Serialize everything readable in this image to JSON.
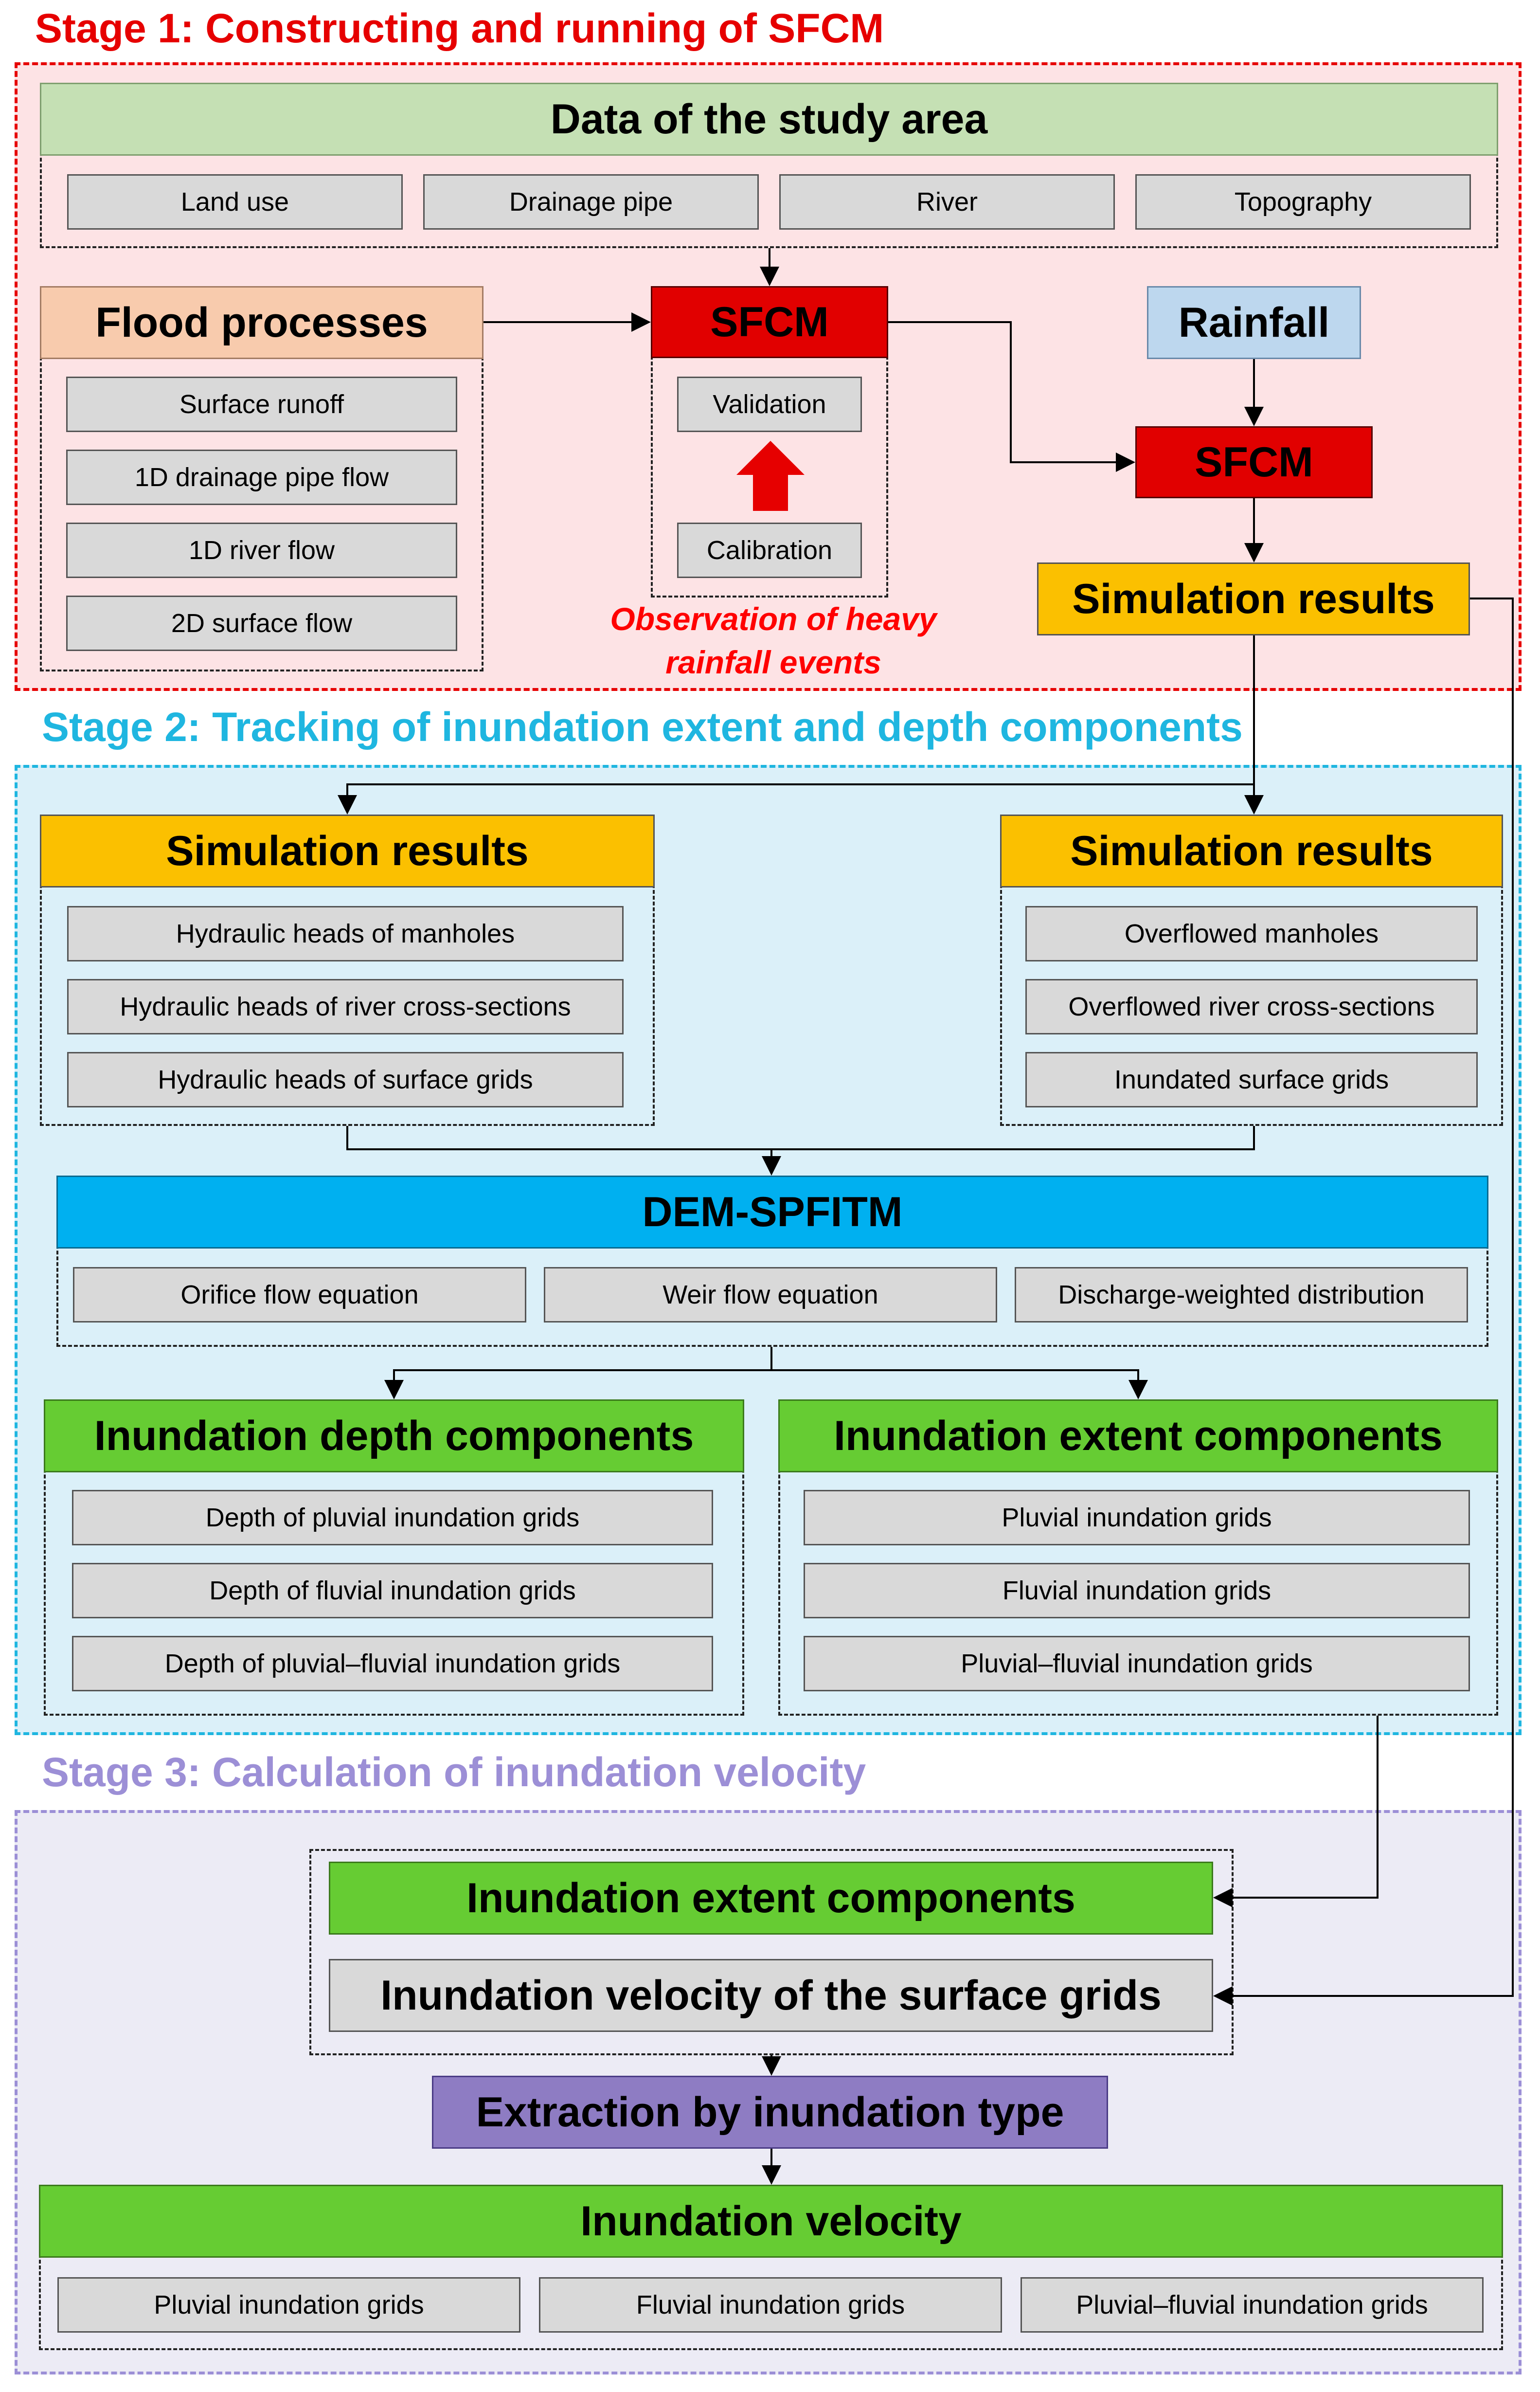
{
  "stage1": {
    "title": "Stage 1: Constructing and running of SFCM",
    "title_color": "#e60000",
    "data_header": "Data of the study area",
    "data_items": [
      "Land use",
      "Drainage pipe",
      "River",
      "Topography"
    ],
    "flood_header": "Flood processes",
    "flood_items": [
      "Surface runoff",
      "1D drainage pipe flow",
      "1D river flow",
      "2D surface flow"
    ],
    "sfcm_label": "SFCM",
    "validation": "Validation",
    "calibration": "Calibration",
    "note_line1": "Observation of heavy",
    "note_line2": "rainfall events",
    "rainfall": "Rainfall",
    "sfcm2_label": "SFCM",
    "sim_results": "Simulation results"
  },
  "stage2": {
    "title": "Stage 2: Tracking of inundation extent and depth components",
    "title_color": "#1fb6e0",
    "left_header": "Simulation results",
    "left_items": [
      "Hydraulic heads of manholes",
      "Hydraulic heads of river cross-sections",
      "Hydraulic heads of surface grids"
    ],
    "right_header": "Simulation results",
    "right_items": [
      "Overflowed manholes",
      "Overflowed river cross-sections",
      "Inundated surface grids"
    ],
    "dem_header": "DEM-SPFITM",
    "dem_items": [
      "Orifice flow equation",
      "Weir flow equation",
      "Discharge-weighted distribution"
    ],
    "depth_header": "Inundation depth components",
    "depth_items": [
      "Depth of pluvial inundation grids",
      "Depth of fluvial inundation grids",
      "Depth of pluvial–fluvial inundation grids"
    ],
    "extent_header": "Inundation extent components",
    "extent_items": [
      "Pluvial inundation grids",
      "Fluvial inundation grids",
      "Pluvial–fluvial inundation grids"
    ]
  },
  "stage3": {
    "title": "Stage 3: Calculation of inundation velocity",
    "title_color": "#9c8fd6",
    "extent_box": "Inundation extent components",
    "velocity_surface": "Inundation velocity of the surface grids",
    "extraction": "Extraction by inundation type",
    "velocity_header": "Inundation velocity",
    "velocity_items": [
      "Pluvial inundation grids",
      "Fluvial inundation grids",
      "Pluvial–fluvial inundation grids"
    ]
  },
  "colors": {
    "stage1_bg": "#fde3e5",
    "stage2_bg": "#dbf0f9",
    "stage3_bg": "#ecebf5",
    "light_green": "#c5e0b4",
    "orange": "#fbc000",
    "peach": "#f8cbad",
    "light_blue": "#bdd7ee",
    "red": "#e10000",
    "cyan": "#00b0f0",
    "green": "#66cc33",
    "purple": "#8e7cc3",
    "grey_item": "#d9d9d9",
    "arrow_red": "#e60000"
  }
}
